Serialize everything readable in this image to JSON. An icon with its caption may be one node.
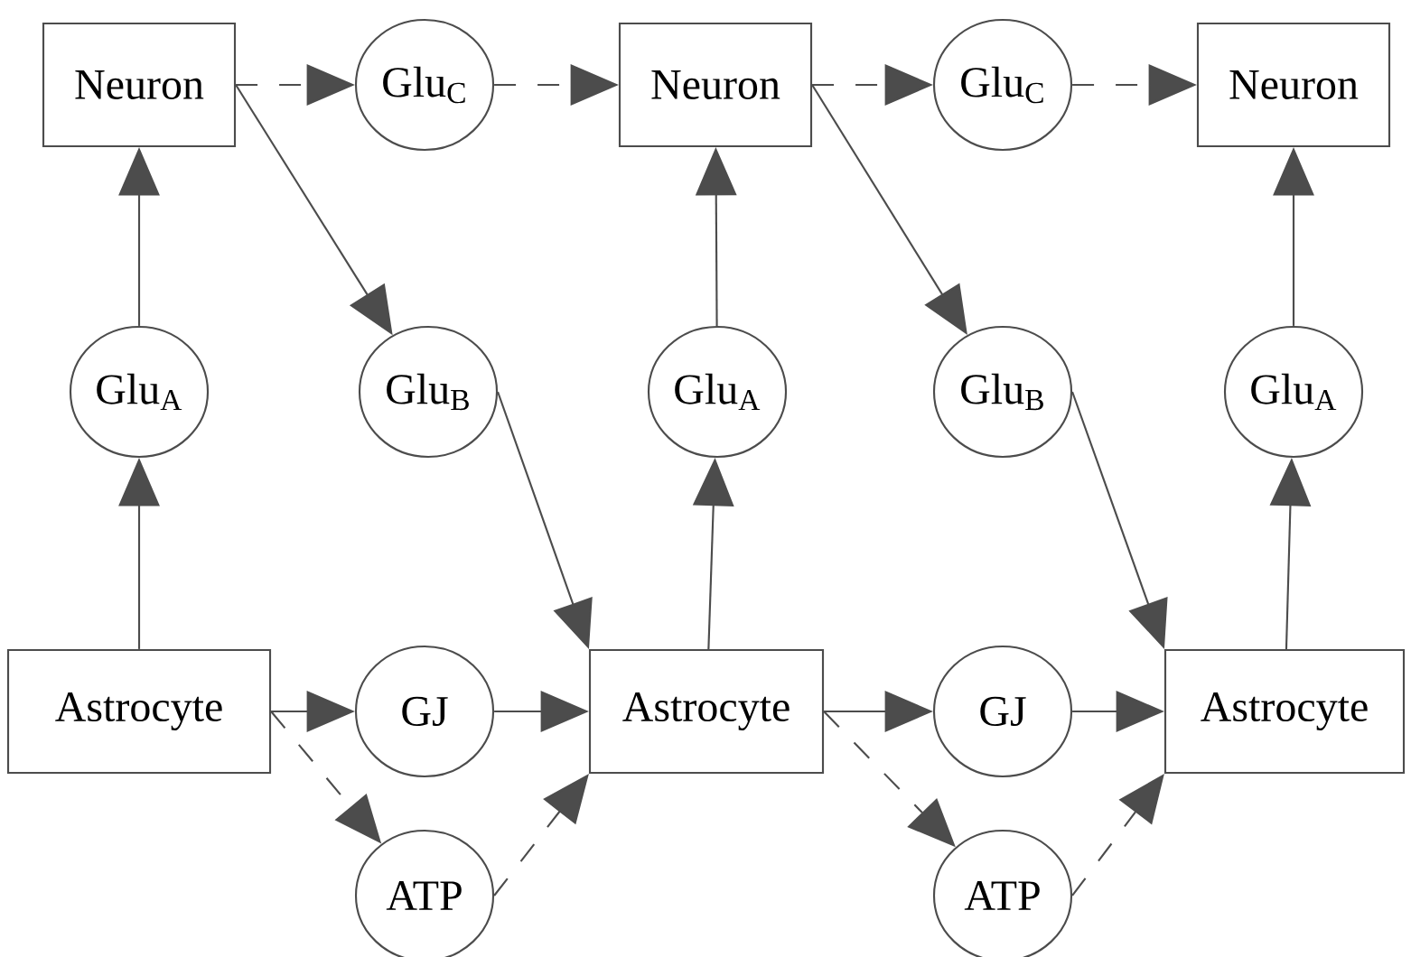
{
  "diagram": {
    "nodes": [
      {
        "text": [
          "Neuron"
        ]
      },
      {
        "text": [
          "Glu$_{C}$"
        ]
      },
      {
        "text": [
          "Neuron"
        ]
      },
      {
        "text": [
          "Glu$_{C}$"
        ]
      },
      {
        "text": [
          "Neuron"
        ]
      },
      {
        "text": [
          "Glu$_{A}$"
        ]
      },
      {
        "text": [
          "Glu$_{B}$"
        ]
      },
      {
        "text": [
          "Glu$_{A}$"
        ]
      },
      {
        "text": [
          "Glu$_{B}$"
        ]
      },
      {
        "text": [
          "Glu$_{A}$"
        ]
      },
      {
        "text": [
          "Astrocyte"
        ]
      },
      {
        "text": [
          "GJ"
        ]
      },
      {
        "text": [
          "Astrocyte"
        ]
      },
      {
        "text": [
          "GJ"
        ]
      },
      {
        "text": [
          "Astrocyte"
        ]
      },
      {
        "text": [
          "ATP"
        ]
      },
      {
        "text": [
          "ATP"
        ]
      }
    ],
    "edges": [
      {
        "from": 0,
        "to": 1,
        "arrow": "to",
        "style": "dashed"
      },
      {
        "from": 1,
        "to": 2,
        "arrow": "to",
        "style": "dashed"
      },
      {
        "from": 2,
        "to": 3,
        "arrow": "to",
        "style": "dashed"
      },
      {
        "from": 3,
        "to": 4,
        "arrow": "to",
        "style": "dashed"
      },
      {
        "from": 10,
        "to": 5,
        "arrow": "to"
      },
      {
        "from": 5,
        "to": 0,
        "arrow": "to"
      },
      {
        "from": 12,
        "to": 7,
        "arrow": "to"
      },
      {
        "from": 7,
        "to": 2,
        "arrow": "to"
      },
      {
        "from": 14,
        "to": 9,
        "arrow": "to"
      },
      {
        "from": 9,
        "to": 4,
        "arrow": "to"
      },
      {
        "from": 0,
        "to": 6,
        "arrow": "to"
      },
      {
        "from": 6,
        "to": 12,
        "arrow": "to"
      },
      {
        "from": 2,
        "to": 8,
        "arrow": "to"
      },
      {
        "from": 8,
        "to": 14,
        "arrow": "to"
      },
      {
        "from": 10,
        "to": 11,
        "arrow": "to"
      },
      {
        "from": 11,
        "to": 12,
        "arrow": "to"
      },
      {
        "from": 12,
        "to": 13,
        "arrow": "to"
      },
      {
        "from": 13,
        "to": 14,
        "arrow": "to"
      },
      {
        "from": 10,
        "to": 15,
        "arrow": "to",
        "style": "dashed"
      },
      {
        "from": 15,
        "to": 12,
        "arrow": "to",
        "style": "dashed"
      },
      {
        "from": 12,
        "to": 16,
        "arrow": "to",
        "style": "dashed"
      },
      {
        "from": 16,
        "to": 14,
        "arrow": "to",
        "style": "dashed"
      }
    ]
  }
}
